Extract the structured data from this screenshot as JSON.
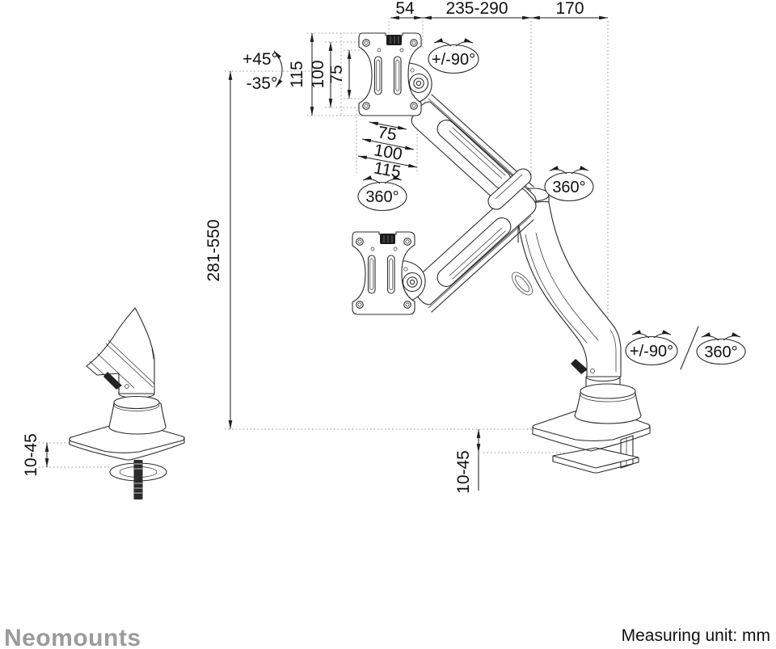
{
  "dimensions": {
    "pivot_depth": "54",
    "arm_reach": "235-290",
    "base_offset": "170",
    "vesa_plate_height": "115",
    "vesa_vertical_100": "100",
    "vesa_vertical_75": "75",
    "vesa_horizontal_75": "75",
    "vesa_horizontal_100": "100",
    "vesa_plate_width": "115",
    "height_range": "281-550",
    "clamp_range_grommet": "10-45",
    "clamp_range_clamp": "10-45"
  },
  "angles": {
    "tilt_up": "+45°",
    "tilt_down": "-35°",
    "vesa_rotation": "+/-90°",
    "swivel_vesa": "360°",
    "swivel_elbow": "360°",
    "base_swivel": "+/-90°",
    "base_rotation": "360°"
  },
  "footer": {
    "brand": "Neomounts",
    "measuring_unit": "Measuring unit: mm"
  },
  "colors": {
    "line": "#2b2b2b",
    "guide": "#9a9a9a",
    "brand": "#9b9b9b",
    "text": "#111111",
    "background": "#ffffff"
  }
}
